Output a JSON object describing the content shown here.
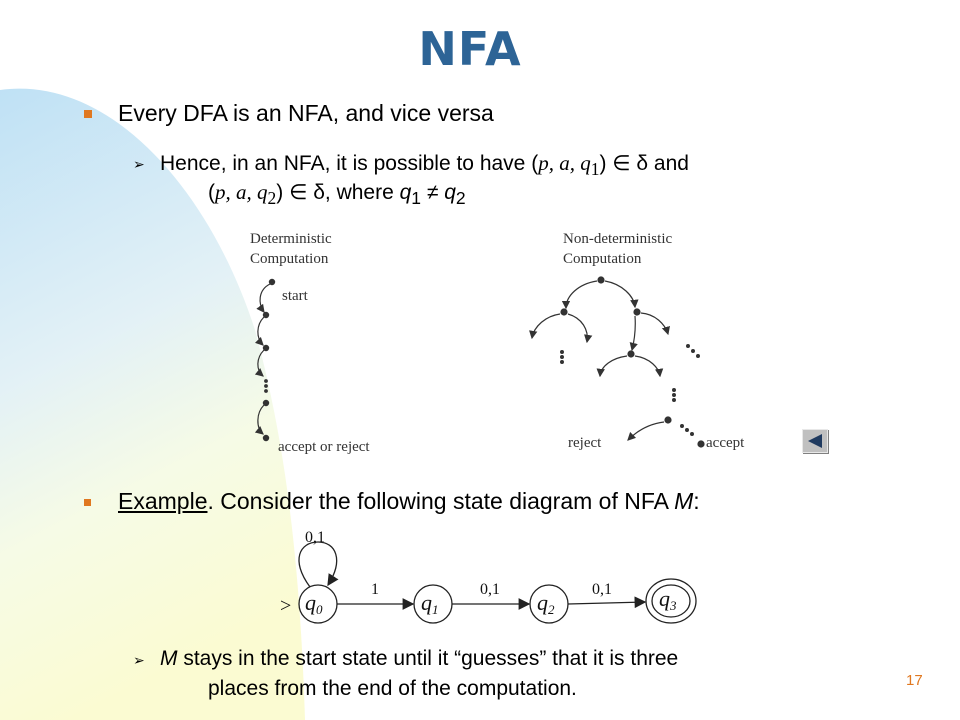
{
  "slide": {
    "title": "NFA",
    "page_number": "17",
    "bullet1": "Every DFA is an NFA, and vice versa",
    "sub1": {
      "line1_pre": "Hence, in an NFA, it is possible to have (",
      "tuple1": "p, a, q",
      "sub1": "1",
      "mid1": ") ∈ δ and",
      "line2_pre": "(",
      "tuple2": "p, a, q",
      "sub2": "2",
      "mid2": ") ∈ δ, where ",
      "q1": "q",
      "q1sub": "1",
      "neq": " ≠ ",
      "q2": "q",
      "q2sub": "2"
    },
    "det": {
      "label_line1": "Deterministic",
      "label_line2": "Computation",
      "start": "start",
      "end": "accept or reject"
    },
    "nondet": {
      "label_line1": "Non-deterministic",
      "label_line2": "Computation",
      "reject": "reject",
      "accept": "accept"
    },
    "bullet2": {
      "keyword": "Example",
      "rest": ". Consider the following state diagram of NFA ",
      "machine": "M",
      "colon": ":"
    },
    "nfa": {
      "self_loop_label": "0,1",
      "start_marker": ">",
      "states": [
        "q0",
        "q1",
        "q2",
        "q3"
      ],
      "state_names": [
        "q",
        "q",
        "q",
        "q"
      ],
      "state_subs": [
        "0",
        "1",
        "2",
        "3"
      ],
      "edge_labels": [
        "1",
        "0,1",
        "0,1"
      ]
    },
    "sub2": {
      "machine": "M",
      "line1_rest": " stays in the start state until it “guesses” that it is three",
      "line2": "places from the end of the computation."
    }
  },
  "colors": {
    "title": "#2d6496",
    "bullet_marker": "#e07820",
    "page_number": "#e07820"
  },
  "icons": {
    "bullet_arrow": "arrow-right-icon",
    "back": "back-triangle-icon"
  }
}
